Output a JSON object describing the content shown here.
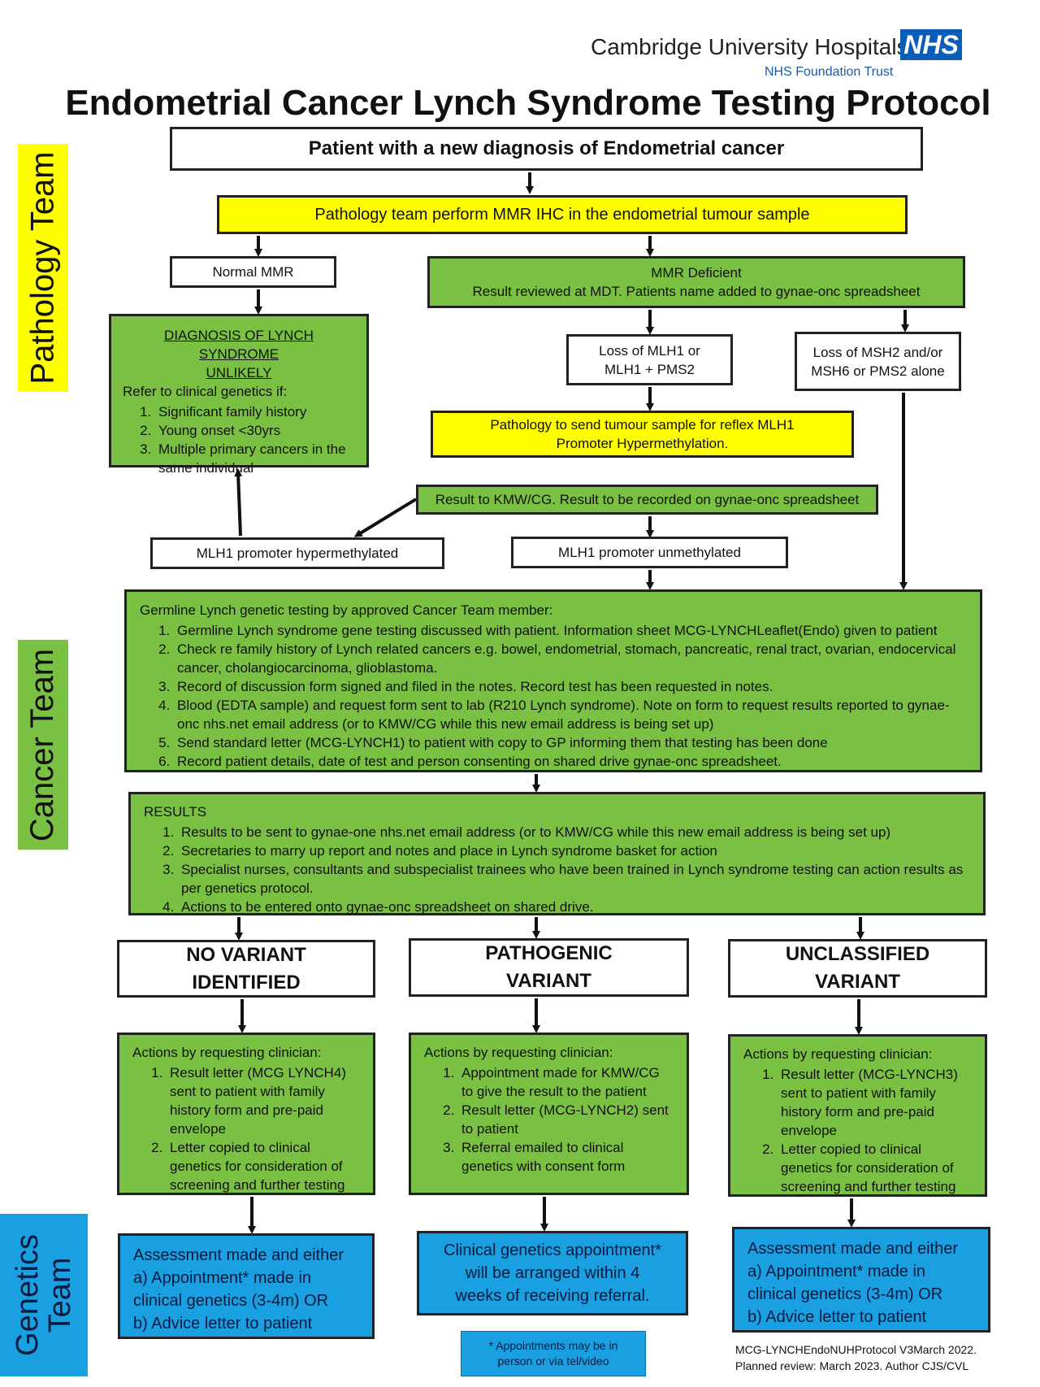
{
  "header": {
    "org_name": "Cambridge University Hospitals",
    "org_sub": "NHS Foundation Trust",
    "nhs_logo": "NHS",
    "title": "Endometrial Cancer Lynch Syndrome Testing Protocol"
  },
  "teams": {
    "pathology": "Pathology Team",
    "cancer": "Cancer Team",
    "genetics_line1": "Genetics",
    "genetics_line2": "Team"
  },
  "colors": {
    "green": "#7ac143",
    "yellow": "#ffff00",
    "blue": "#1aa0e0"
  },
  "flow": {
    "start": "Patient with a new diagnosis of Endometrial cancer",
    "ihc": "Pathology team perform MMR IHC in the endometrial tumour sample",
    "normal_mmr": "Normal MMR",
    "deficient_title": "MMR Deficient",
    "deficient_text": "Result reviewed at MDT. Patients name added to gynae-onc spreadsheet",
    "unlikely": {
      "title_line1": "DIAGNOSIS OF LYNCH SYNDROME",
      "title_line2": "UNLIKELY",
      "intro": "Refer to clinical genetics if:",
      "items": [
        "Significant family history",
        "Young onset <30yrs",
        "Multiple primary cancers in the same individual"
      ]
    },
    "loss_mlh1_line1": "Loss of MLH1 or",
    "loss_mlh1_line2": "MLH1 + PMS2",
    "loss_msh2_line1": "Loss of  MSH2 and/or",
    "loss_msh2_line2": "MSH6 or PMS2 alone",
    "promoter_send": "Pathology to send tumour sample for reflex MLH1 Promoter Hypermethylation.",
    "result_kmw": "Result to KMW/CG. Result to be recorded on gynae-onc spreadsheet",
    "hyper": "MLH1 promoter hypermethylated",
    "unmethylated": "MLH1 promoter unmethylated"
  },
  "germline": {
    "title": "Germline Lynch genetic testing by approved Cancer Team member:",
    "items": [
      "Germline Lynch syndrome gene testing discussed with patient. Information sheet MCG-LYNCHLeaflet(Endo) given to patient",
      "Check re family history of Lynch related cancers e.g. bowel, endometrial, stomach, pancreatic, renal tract, ovarian, endocervical cancer, cholangiocarcinoma, glioblastoma.",
      "Record of discussion form signed and filed in the notes. Record test has been requested in notes.",
      "Blood (EDTA sample) and request form sent to lab (R210 Lynch syndrome). Note on form to request results reported to gynae-onc nhs.net email address (or to KMW/CG while this new email address is being set up)",
      "Send standard letter (MCG-LYNCH1) to patient with copy to GP informing them that testing has been done",
      "Record patient details, date of test and person consenting on shared drive gynae-onc spreadsheet."
    ]
  },
  "results": {
    "title": "RESULTS",
    "items": [
      "Results to be sent to gynae-one nhs.net email address (or to KMW/CG while this new email address is being set up)",
      "Secretaries to marry up report and notes and place in Lynch syndrome basket for action",
      "Specialist nurses, consultants and subspecialist trainees who have been trained in Lynch syndrome testing can action results as per genetics protocol.",
      "Actions to be entered onto gynae-onc spreadsheet on shared drive."
    ]
  },
  "outcomes": {
    "no_variant_line1": "NO VARIANT",
    "no_variant_line2": "IDENTIFIED",
    "pathogenic_line1": "PATHOGENIC",
    "pathogenic_line2": "VARIANT",
    "unclassified_line1": "UNCLASSIFIED",
    "unclassified_line2": "VARIANT"
  },
  "actions": {
    "no_variant": {
      "title": "Actions by requesting clinician:",
      "items": [
        "Result letter (MCG LYNCH4) sent to patient with family history form and pre-paid envelope",
        "Letter copied to clinical genetics for consideration of screening and further testing"
      ]
    },
    "pathogenic": {
      "title": "Actions by requesting clinician:",
      "items": [
        "Appointment made for KMW/CG to give the result to the patient",
        "Result letter (MCG-LYNCH2) sent to patient",
        "Referral emailed  to clinical genetics  with consent form"
      ]
    },
    "unclassified": {
      "title": "Actions by requesting clinician:",
      "items": [
        "Result letter (MCG-LYNCH3) sent to patient with family history form and pre-paid envelope",
        "Letter copied to clinical genetics for consideration of screening and further testing"
      ]
    }
  },
  "genetics": {
    "left": [
      "Assessment made and either",
      "a) Appointment* made in",
      "clinical genetics (3-4m) OR",
      "b) Advice letter to patient"
    ],
    "middle": [
      "Clinical genetics appointment*",
      "will be arranged within 4",
      "weeks of receiving referral."
    ],
    "right": [
      "Assessment made and either",
      "a) Appointment* made in",
      "clinical genetics (3-4m) OR",
      "b) Advice letter to patient"
    ],
    "footnote_line1": "* Appointments may be in",
    "footnote_line2": "person or via tel/video"
  },
  "footer": {
    "line1": "MCG-LYNCHEndoNUHProtocol V3March 2022.",
    "line2": "Planned review: March 2023.  Author CJS/CVL"
  }
}
